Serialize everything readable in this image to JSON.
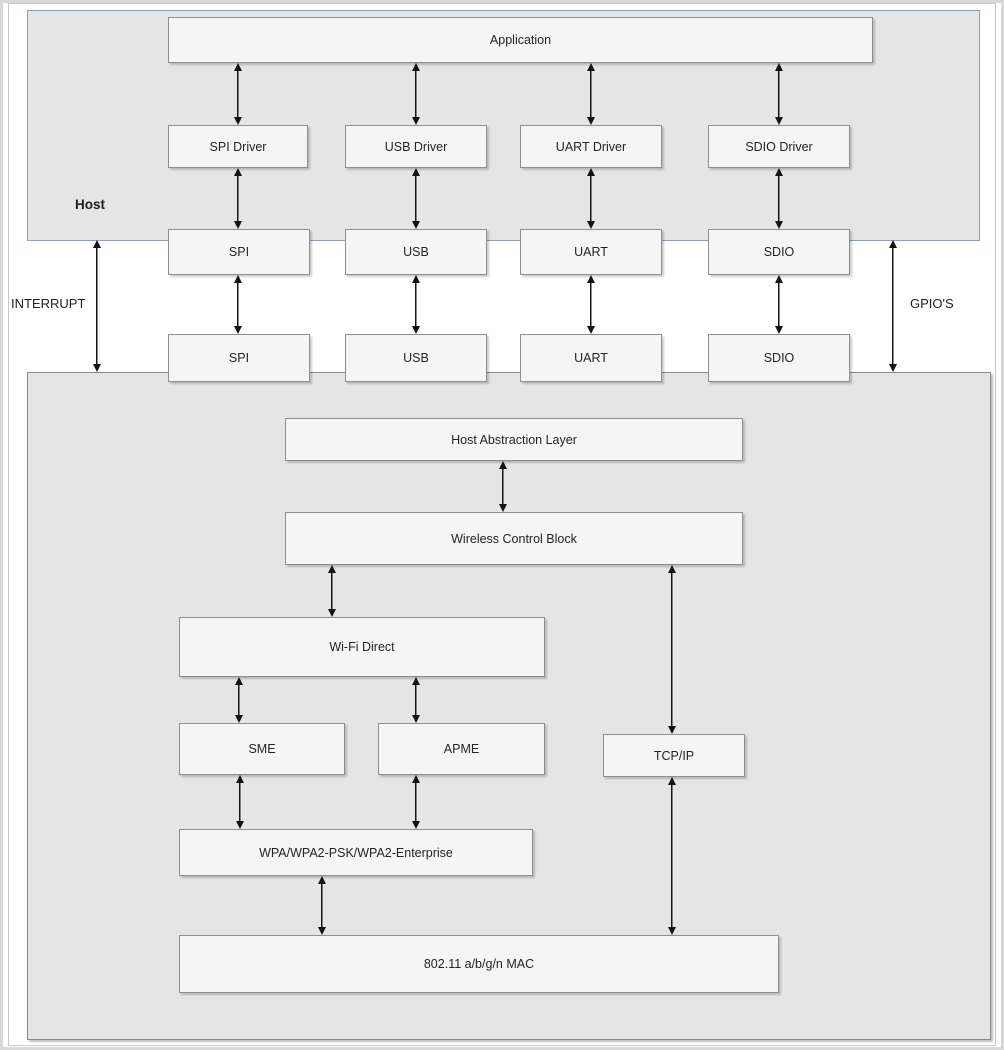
{
  "host": {
    "label": "Host",
    "application": "Application",
    "drivers": [
      "SPI Driver",
      "USB Driver",
      "UART Driver",
      "SDIO Driver"
    ],
    "interfaces": [
      "SPI",
      "USB",
      "UART",
      "SDIO"
    ]
  },
  "side": {
    "interrupt": "INTERRUPT",
    "gpios": "GPIO'S"
  },
  "device": {
    "interfaces": [
      "SPI",
      "USB",
      "UART",
      "SDIO"
    ],
    "hal": "Host Abstraction Layer",
    "wcb": "Wireless Control Block",
    "wifi_direct": "Wi-Fi Direct",
    "sme": "SME",
    "apme": "APME",
    "tcpip": "TCP/IP",
    "wpa": "WPA/WPA2-PSK/WPA2-Enterprise",
    "mac": "802.11 a/b/g/n MAC"
  },
  "colors": {
    "host_border": "#8c9fc6",
    "container_fill": "#e5e5e5",
    "box_fill": "#f5f5f5",
    "box_border": "#8f8f8f",
    "arrow": "#141414"
  }
}
